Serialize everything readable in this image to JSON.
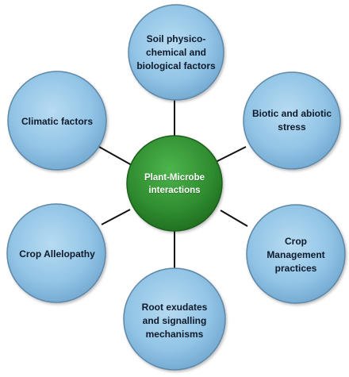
{
  "diagram": {
    "center": {
      "label": "Plant-Microbe\ninteractions",
      "color": "#2e8b2e"
    },
    "nodes": [
      {
        "id": "soil",
        "label": "Soil  physico-\nchemical and\nbiological factors"
      },
      {
        "id": "biotic",
        "label": "Biotic and abiotic\nstress"
      },
      {
        "id": "crop-mgmt",
        "label": "Crop\nManagement\npractices"
      },
      {
        "id": "root",
        "label": "Root exudates\nand signalling\nmechanisms"
      },
      {
        "id": "allelopathy",
        "label": "Crop Allelopathy"
      },
      {
        "id": "climatic",
        "label": "Climatic factors"
      }
    ],
    "colors": {
      "node_fill": "#8fc3e6",
      "node_stroke": "#5f88a8",
      "connector": "#111111"
    }
  }
}
